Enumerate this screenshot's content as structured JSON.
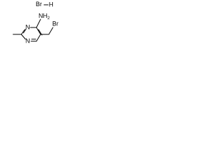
{
  "labels": {
    "salt": {
      "element": "Br",
      "h": "H"
    },
    "amine": {
      "element": "N",
      "h": "H",
      "count": "2"
    },
    "ring_n_upper": "N",
    "ring_n_lower": "N",
    "bromomethyl": "Br"
  },
  "colors": {
    "bond": "#000000",
    "text": "#000000",
    "background": "#ffffff"
  }
}
